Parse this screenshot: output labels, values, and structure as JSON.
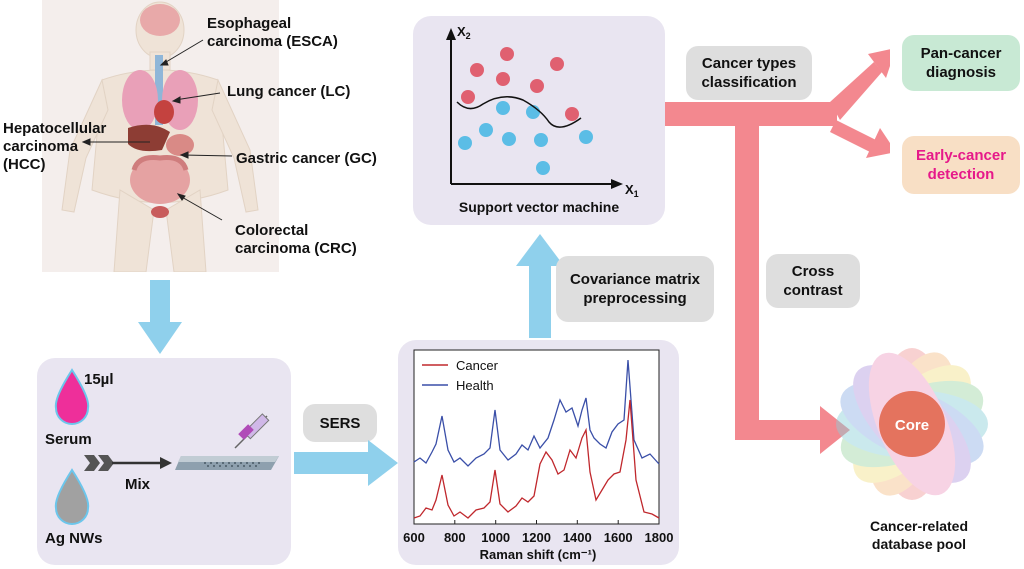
{
  "anatomy": {
    "esca": "Esophageal carcinoma (ESCA)",
    "lc": "Lung cancer (LC)",
    "hcc": "Hepatocellular carcinoma (HCC)",
    "gc": "Gastric cancer (GC)",
    "crc": "Colorectal carcinoma (CRC)"
  },
  "sample": {
    "volume": "15µl",
    "serum": "Serum",
    "mix": "Mix",
    "agnws": "Ag NWs"
  },
  "sers_label": "SERS",
  "spectrum": {
    "legend_cancer": "Cancer",
    "legend_health": "Health",
    "xlabel": "Raman shift (cm⁻¹)",
    "xticks": [
      "600",
      "800",
      "1000",
      "1200",
      "1400",
      "1600",
      "1800"
    ],
    "cancer_color": "#c0282d",
    "health_color": "#3a4fa8"
  },
  "covariance_label": "Covariance matrix preprocessing",
  "svm": {
    "title": "Support vector machine",
    "x_axis": "X",
    "x_sub": "1",
    "y_axis": "X",
    "y_sub": "2",
    "red_color": "#e06070",
    "blue_color": "#5bbde6"
  },
  "classification_label": "Cancer types classification",
  "cross_contrast_label": "Cross contrast",
  "outputs": {
    "pan_cancer": "Pan-cancer diagnosis",
    "early_cancer": "Early-cancer detection"
  },
  "database": {
    "core": "Core",
    "caption": "Cancer-related database pool"
  }
}
